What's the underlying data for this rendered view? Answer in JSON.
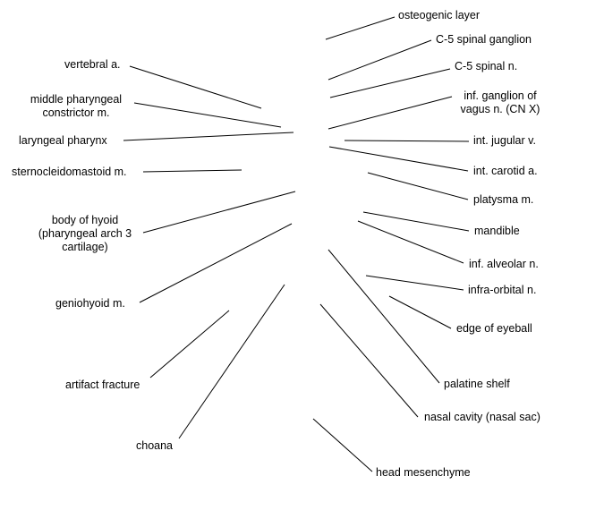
{
  "labels": {
    "osteogenic": "osteogenic layer",
    "c5_ganglion": "C-5 spinal ganglion",
    "c5_nerve": "C-5 spinal n.",
    "inf_ganglion_1": "inf. ganglion of",
    "inf_ganglion_2": "vagus n. (CN X)",
    "jugular": "int. jugular v.",
    "carotid": "int. carotid a.",
    "platysma": "platysma m.",
    "mandible": "mandible",
    "alveolar": "inf. alveolar n.",
    "infraorbital": "infra-orbital n.",
    "eyeball": "edge of eyeball",
    "palatine": "palatine shelf",
    "nasal": "nasal cavity (nasal sac)",
    "mesenchyme": "head mesenchyme",
    "vertebral": "vertebral a.",
    "pharyngeal_1": "middle pharyngeal",
    "pharyngeal_2": "constrictor m.",
    "laryngeal": "laryngeal pharynx",
    "sterno": "sternocleidomastoid m.",
    "hyoid_1": "body of hyoid",
    "hyoid_2": "(pharyngeal arch 3",
    "hyoid_3": "cartilage)",
    "geniohyoid": "geniohyoid m.",
    "artifact": "artifact fracture",
    "choana": "choana"
  }
}
